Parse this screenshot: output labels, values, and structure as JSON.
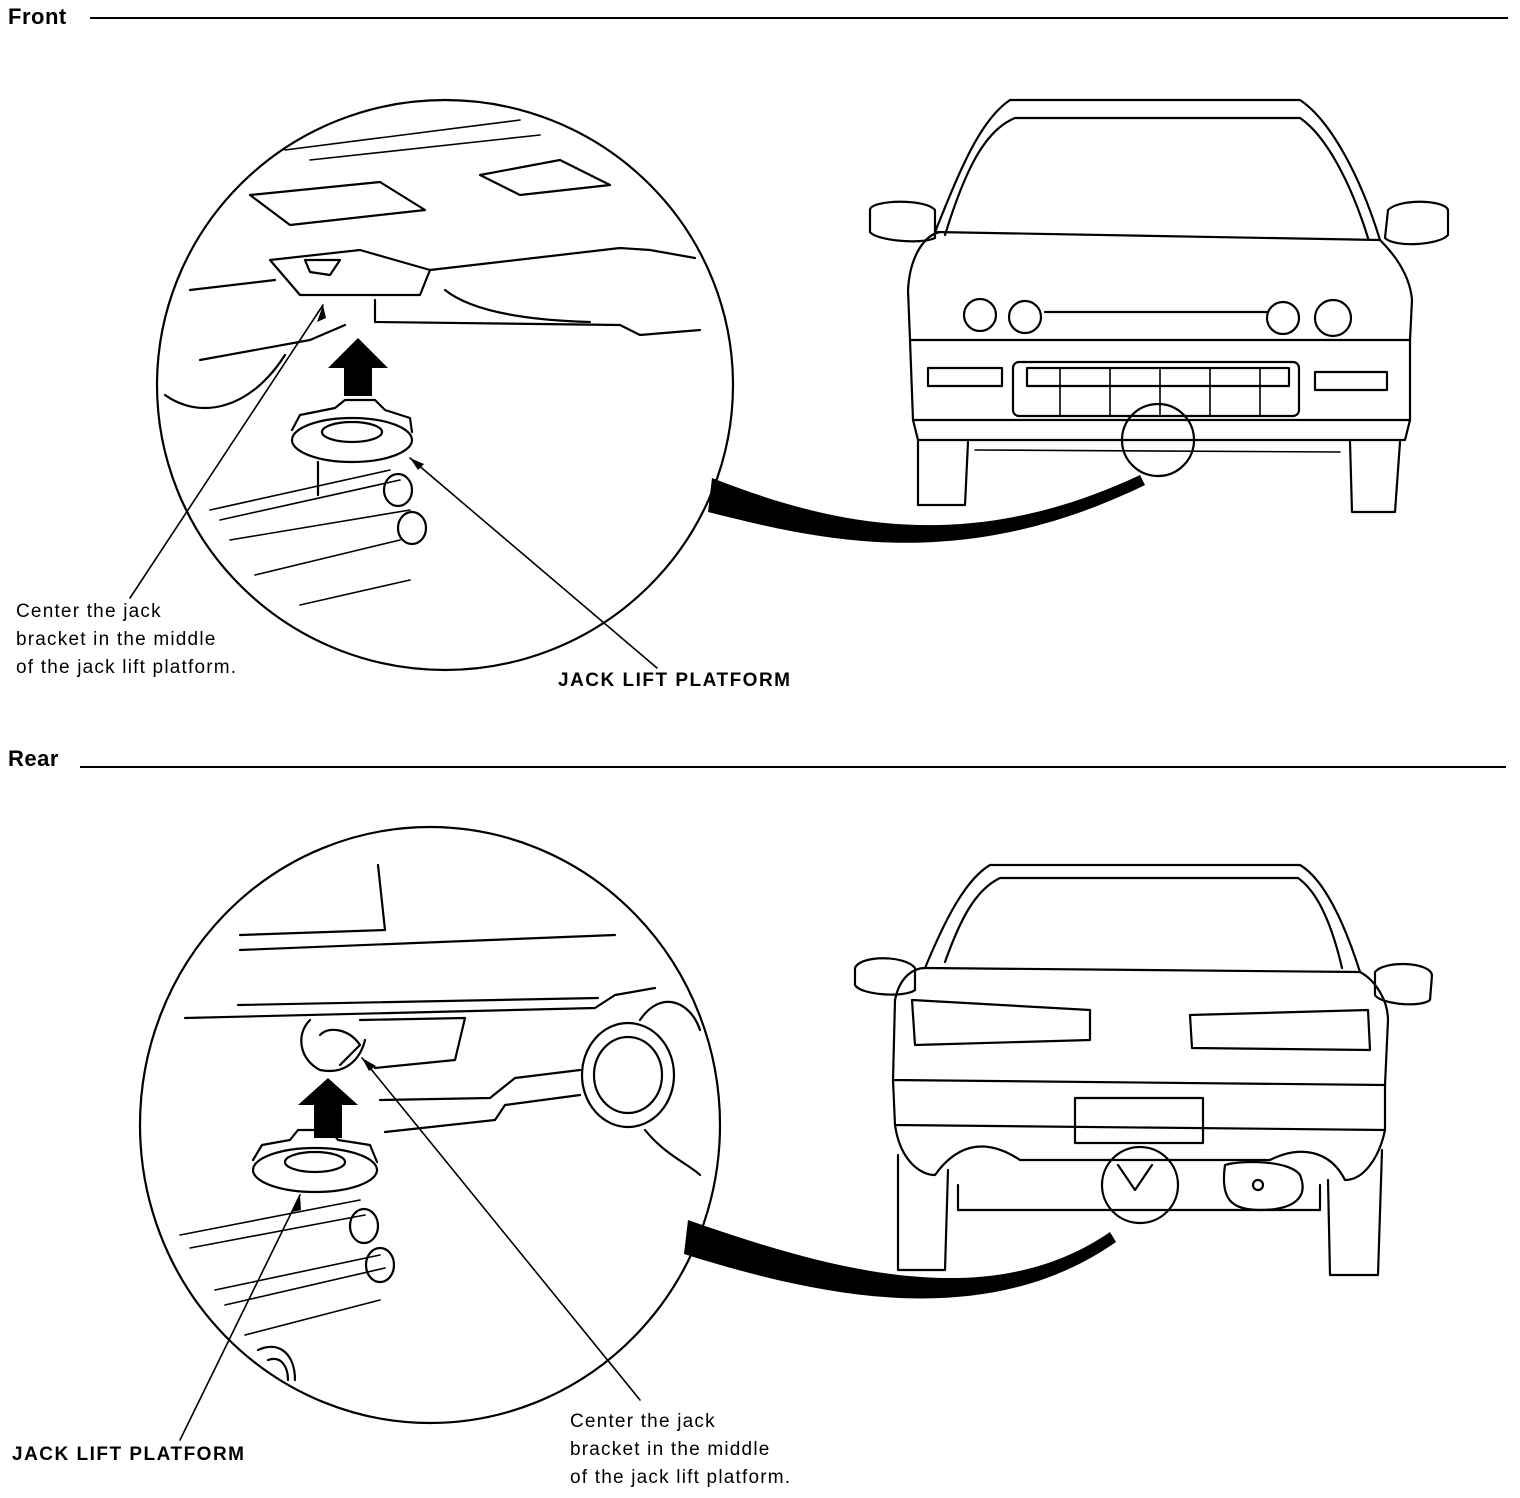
{
  "sections": {
    "front": {
      "title": "Front",
      "callout_bracket": "Center the jack\nbracket in the middle\nof the jack lift platform.",
      "callout_platform": "JACK LIFT PLATFORM"
    },
    "rear": {
      "title": "Rear",
      "callout_platform": "JACK LIFT PLATFORM",
      "callout_bracket": "Center the jack\nbracket in the middle\nof the jack lift platform."
    }
  },
  "icons": {
    "front_arrow": "up-arrow-icon",
    "rear_arrow": "up-arrow-icon"
  }
}
